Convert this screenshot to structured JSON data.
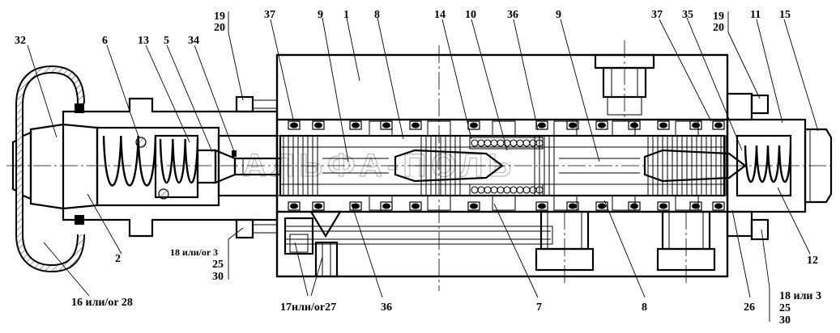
{
  "labels": {
    "p32": "32",
    "p6": "6",
    "p13": "13",
    "p5": "5",
    "p34": "34",
    "p19a": "19",
    "p20a": "20",
    "p37a": "37",
    "p9a": "9",
    "p1": "1",
    "p8a": "8",
    "p14": "14",
    "p10": "10",
    "p36a": "36",
    "p9b": "9",
    "p37b": "37",
    "p35": "35",
    "p19b": "19",
    "p20b": "20",
    "p11": "11",
    "p15": "15",
    "p2": "2",
    "p16_28": "16 или/or 28",
    "p18_3a": "18 или/or 3",
    "p25a": "25",
    "p30a": "30",
    "p17_27": "17или/or27",
    "p36b": "36",
    "p7": "7",
    "p8b": "8",
    "p26": "26",
    "p12": "12",
    "p18_3b": "18  или 3",
    "p25b": "25",
    "p30b": "30"
  },
  "watermark": "АЛЬФА-ПОЛЬ"
}
